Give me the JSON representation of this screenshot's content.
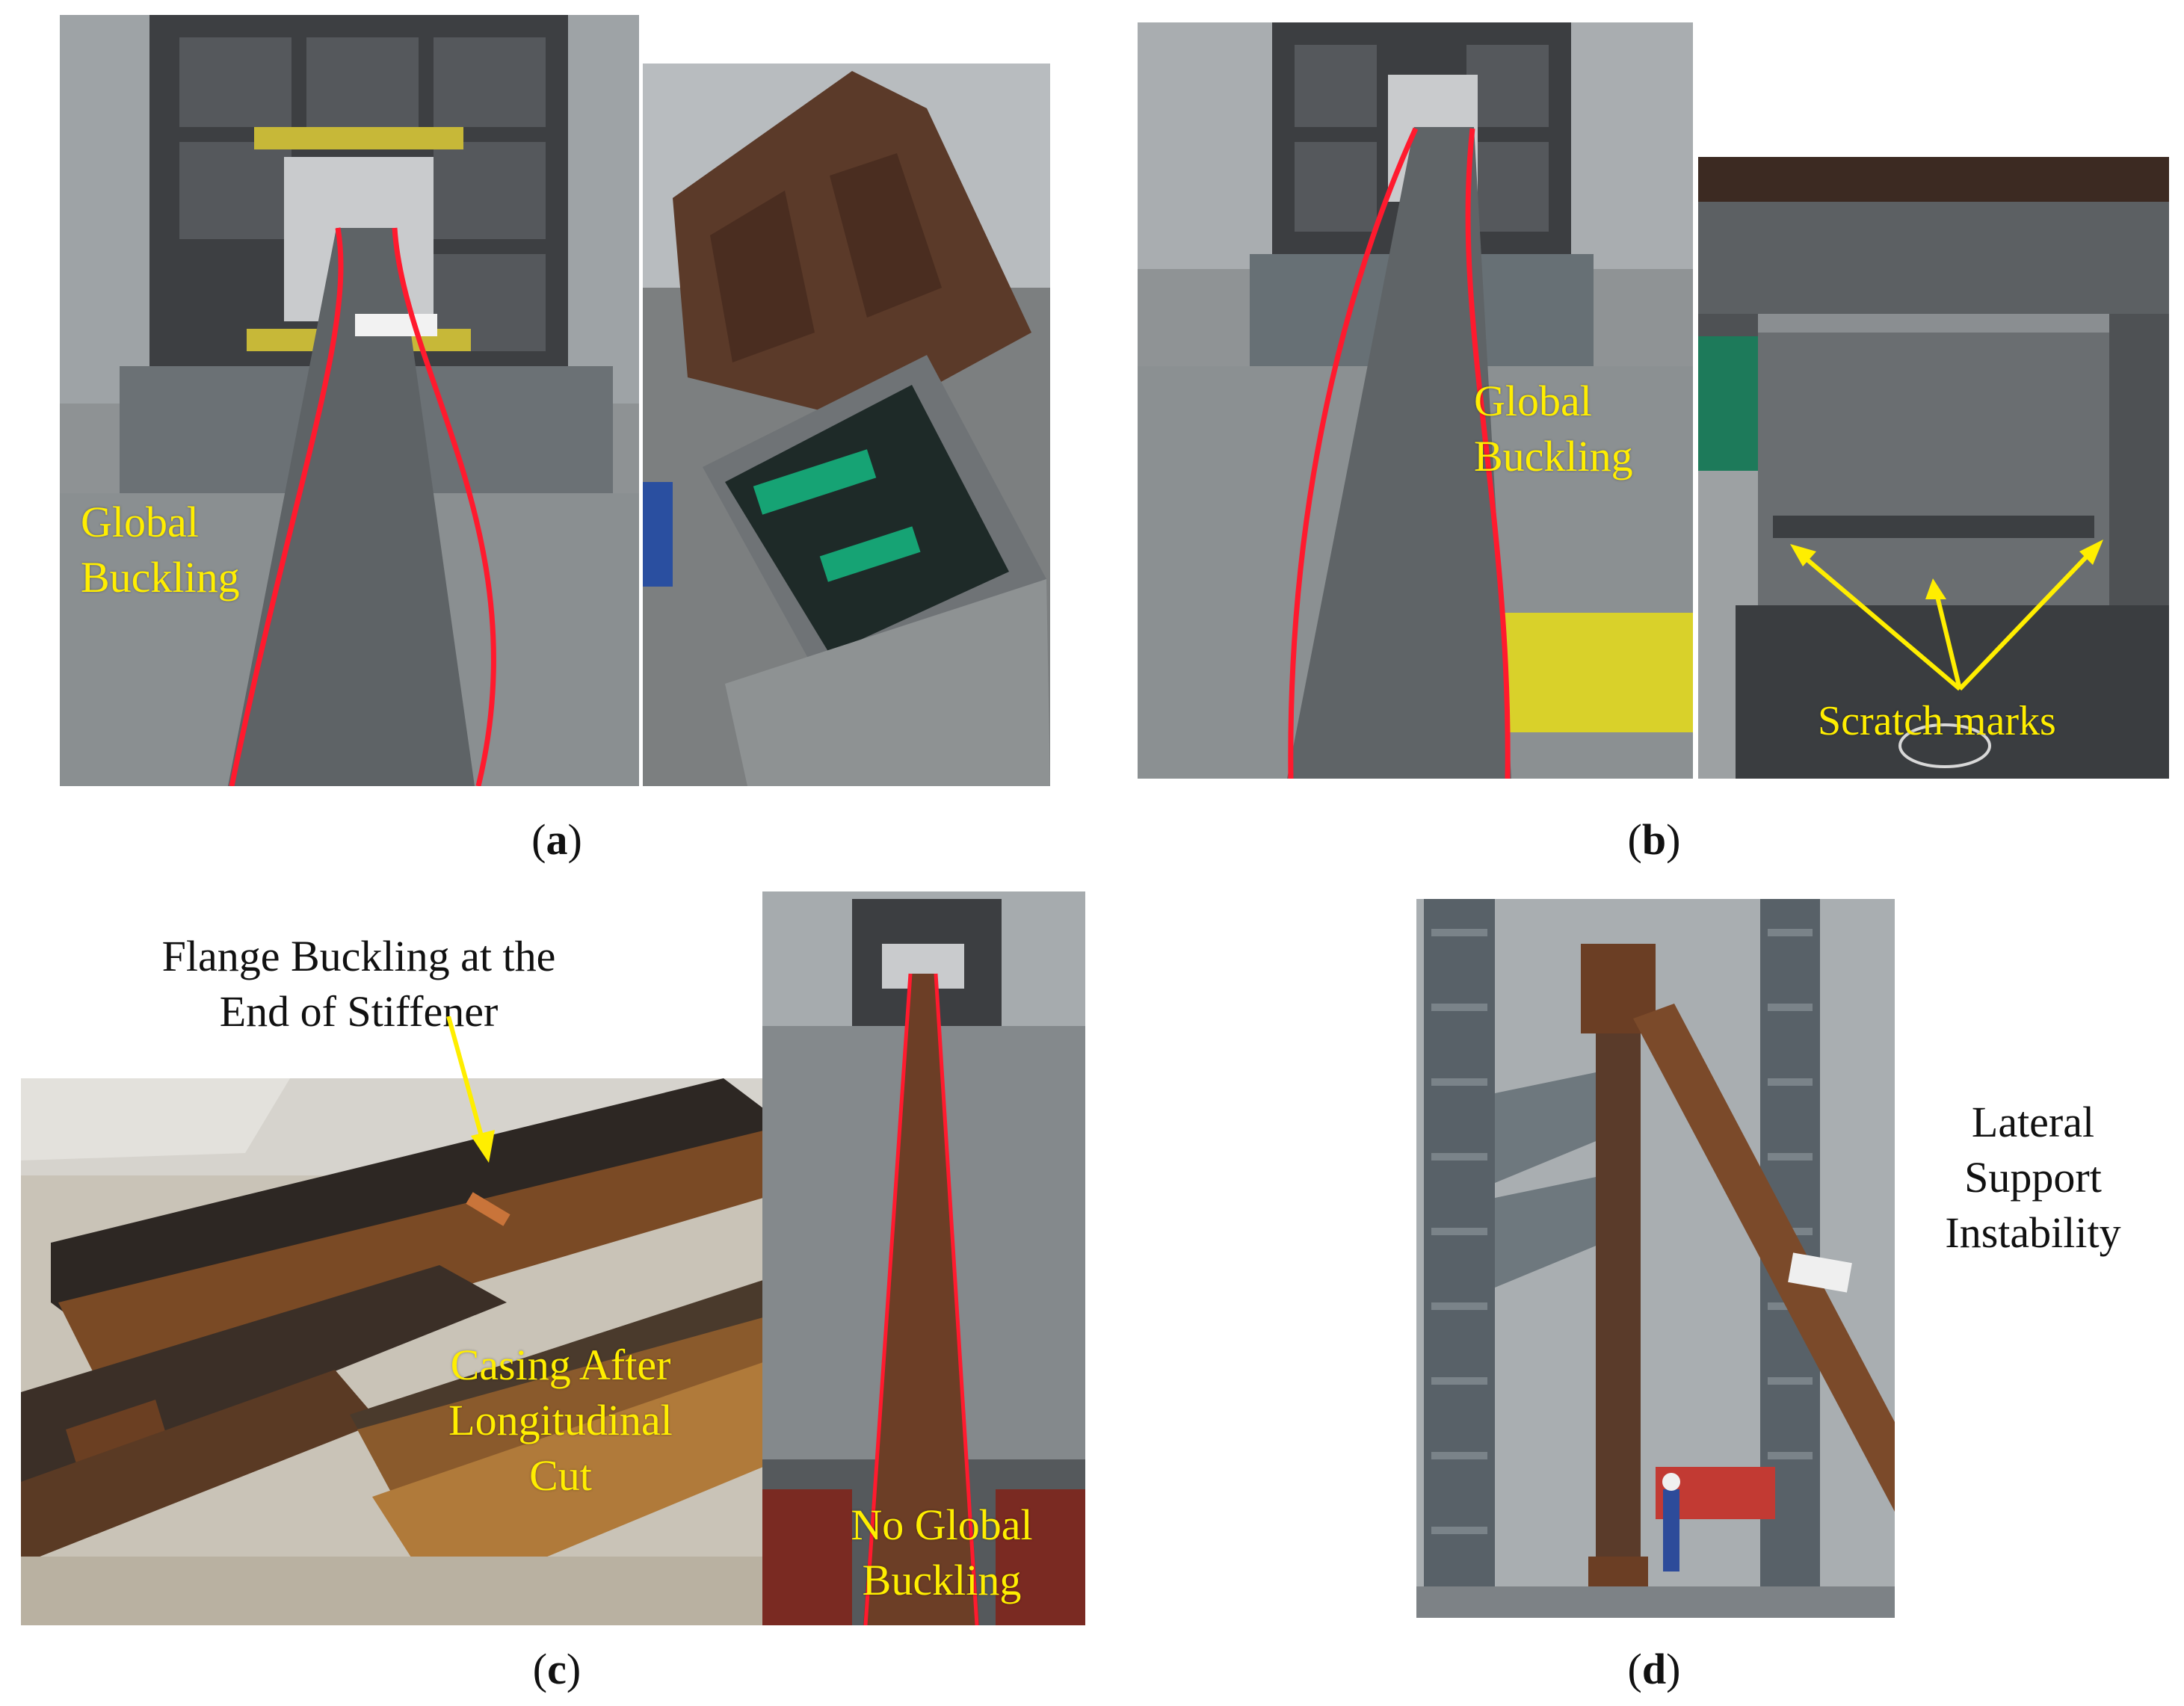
{
  "figure": {
    "panels": [
      {
        "id": "a",
        "caption_open": "(",
        "caption_letter": "a",
        "caption_close": ")",
        "labels": [
          "Global",
          "Buckling"
        ]
      },
      {
        "id": "b",
        "caption_open": "(",
        "caption_letter": "b",
        "caption_close": ")",
        "labels": [
          "Global",
          "Buckling"
        ],
        "arrow_label": "Scratch marks"
      },
      {
        "id": "c",
        "caption_open": "(",
        "caption_letter": "c",
        "caption_close": ")",
        "callout": [
          "Flange Buckling at the",
          "End of Stiffener"
        ],
        "labels": [
          "Casing After",
          "Longitudinal",
          "Cut"
        ],
        "labels2": [
          "No Global",
          "Buckling"
        ]
      },
      {
        "id": "d",
        "caption_open": "(",
        "caption_letter": "d",
        "caption_close": ")",
        "side_label": [
          "Lateral",
          "Support",
          "Instability"
        ]
      }
    ],
    "colors": {
      "annotation_text": "#ffee00",
      "buckling_outline": "#ff1a2e",
      "arrow": "#ffee00"
    }
  }
}
